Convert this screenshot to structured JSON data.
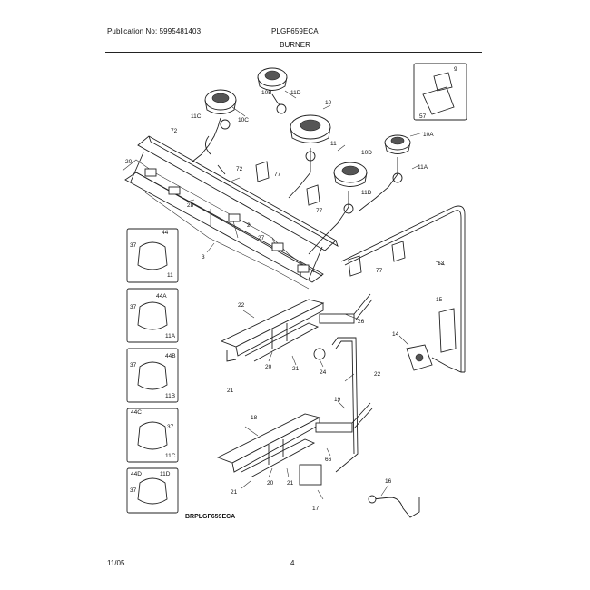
{
  "header": {
    "publication": "Publication No: 5995481403",
    "model": "PLGF659ECA",
    "section": "BURNER"
  },
  "drawing": {
    "code": "BRPLGF659ECA",
    "callouts": [
      "10B",
      "11D",
      "10",
      "11C",
      "10C",
      "72",
      "20",
      "11",
      "10D",
      "10A",
      "9",
      "57",
      "72",
      "11A",
      "77",
      "28",
      "77",
      "11D",
      "2",
      "3",
      "27",
      "77",
      "13",
      "44",
      "37",
      "11",
      "44A",
      "37",
      "11A",
      "44B",
      "37",
      "11B",
      "44C",
      "37",
      "11C",
      "44D",
      "11D",
      "37",
      "22",
      "26",
      "15",
      "14",
      "20",
      "21",
      "21",
      "24",
      "22",
      "19",
      "18",
      "66",
      "21",
      "20",
      "21",
      "16",
      "17"
    ]
  },
  "footer": {
    "date": "11/05",
    "page": "4"
  }
}
